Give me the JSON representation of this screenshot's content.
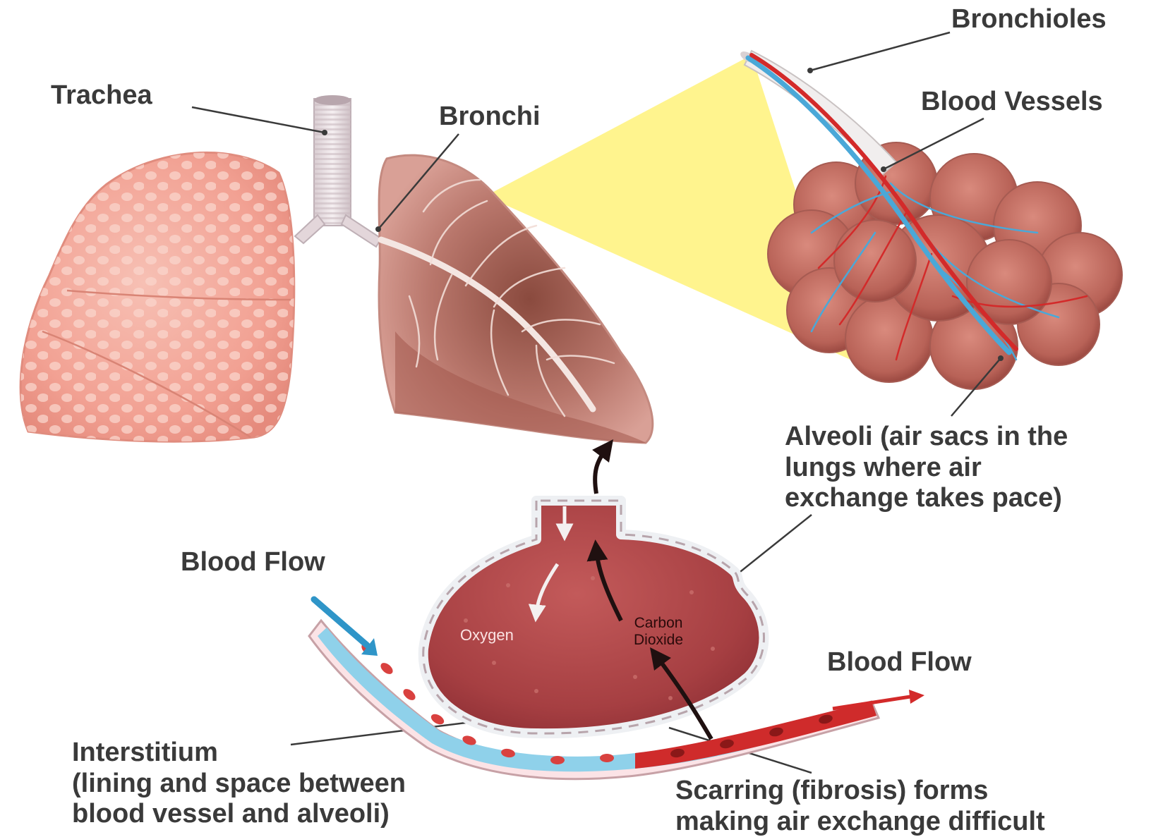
{
  "labels": {
    "trachea": "Trachea",
    "bronchi": "Bronchi",
    "bronchioles": "Bronchioles",
    "blood_vessels": "Blood Vessels",
    "alveoli": [
      "Alveoli (air sacs in the",
      "lungs where air",
      "exchange takes pace)"
    ],
    "blood_flow_left": "Blood Flow",
    "blood_flow_right": "Blood Flow",
    "interstitium": [
      "Interstitium",
      "(lining and space between",
      "blood vessel and alveoli)"
    ],
    "scarring": [
      "Scarring (fibrosis) forms",
      "making air exchange difficult"
    ],
    "oxygen": "Oxygen",
    "carbon_dioxide": [
      "Carbon",
      "Dioxide"
    ]
  },
  "colors": {
    "lung_healthy": "#f2a89a",
    "lung_fibrotic": "#b86f66",
    "magnify_cone": "#fff27a",
    "alveolus_wall": "#8a2e33",
    "vein_blue": "#4aa8d8",
    "artery_red": "#d32a2a",
    "label_text": "#3a3a3a"
  }
}
